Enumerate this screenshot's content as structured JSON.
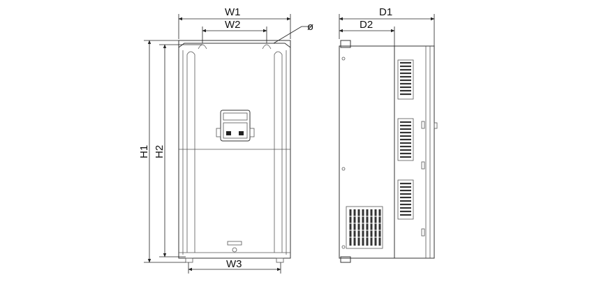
{
  "labels": {
    "w1": "W1",
    "w2": "W2",
    "w3": "W3",
    "d1": "D1",
    "d2": "D2",
    "h1": "H1",
    "h2": "H2",
    "phi": "ø"
  }
}
